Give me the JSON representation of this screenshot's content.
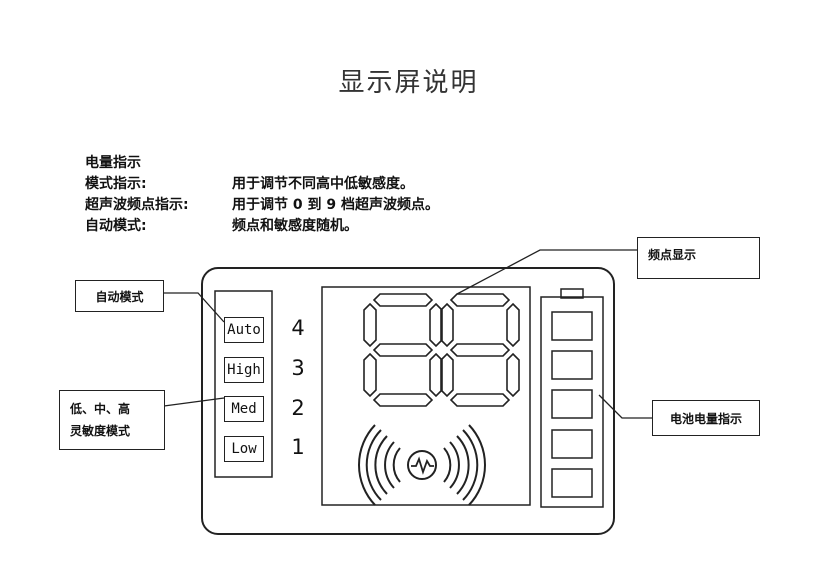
{
  "title": "显示屏说明",
  "descriptions": [
    {
      "key": "电量指示",
      "value": ""
    },
    {
      "key": "模式指示:",
      "value": "用于调节不同高中低敏感度。"
    },
    {
      "key": "超声波频点指示:",
      "value": "用于调节 0 到 9 档超声波频点。"
    },
    {
      "key": "自动模式:",
      "value": "频点和敏感度随机。"
    }
  ],
  "modes": [
    {
      "label": "Auto",
      "level": "4"
    },
    {
      "label": "High",
      "level": "3"
    },
    {
      "label": "Med",
      "level": "2"
    },
    {
      "label": "Low",
      "level": "1"
    }
  ],
  "callouts": {
    "auto_mode": "自动模式",
    "sensitivity_line1": "低、中、高",
    "sensitivity_line2": "灵敏度模式",
    "frequency_display": "频点显示",
    "battery_indicator": "电池电量指示"
  },
  "icons": {
    "segment_display": "seven-segment-digit-pair",
    "speaker": "ultrasonic-wave-icon",
    "battery": "battery-5-bar-icon"
  },
  "battery_bars": 5
}
